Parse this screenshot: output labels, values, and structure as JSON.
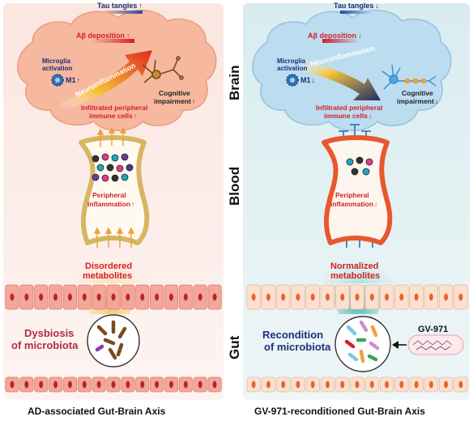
{
  "left": {
    "tau": "Tau tangles",
    "abeta": "Aβ deposition",
    "microglia": "Microglia",
    "activation": "activation",
    "m1": "M1",
    "neuroinflammation": "Neuroinflammation",
    "cognitive1": "Cognitive",
    "cognitive2": "impairment",
    "infiltrated1": "Infiltrated peripheral",
    "infiltrated2": "immune cells",
    "peripheral1": "Peripheral",
    "peripheral2": "inflammation",
    "metabolites1": "Disordered",
    "metabolites2": "metabolites",
    "dysbiosis1": "Dysbiosis",
    "dysbiosis2": "of microbiota",
    "caption": "AD-associated Gut-Brain Axis",
    "arrow": "↑"
  },
  "right": {
    "tau": "Tau tangles",
    "abeta": "Aβ deposition",
    "microglia": "Microglia",
    "activation": "activation",
    "m1": "M1",
    "neuroinflammation": "Neuroinflammation",
    "cognitive1": "Cognitive",
    "cognitive2": "impairment",
    "infiltrated1": "Infiltrated peripheral",
    "infiltrated2": "immune cells",
    "peripheral1": "Peripheral",
    "peripheral2": "inflammation",
    "metabolites1": "Normalized",
    "metabolites2": "metabolites",
    "recondition1": "Recondition",
    "recondition2": "of microbiota",
    "drug": "GV-971",
    "caption": "GV-971-reconditioned Gut-Brain Axis",
    "arrow": "↓"
  },
  "center": {
    "brain": "Brain",
    "blood": "Blood",
    "gut": "Gut"
  },
  "colors": {
    "left_bg": "#fdf2ef",
    "right_bg": "#ecf5f6",
    "left_brain": "#f6b89f",
    "right_brain": "#bcdcf0",
    "red_text": "#d32027",
    "navy_text": "#1b2f7a",
    "left_vessel": "#d7b563",
    "right_vessel": "#e8572f"
  }
}
